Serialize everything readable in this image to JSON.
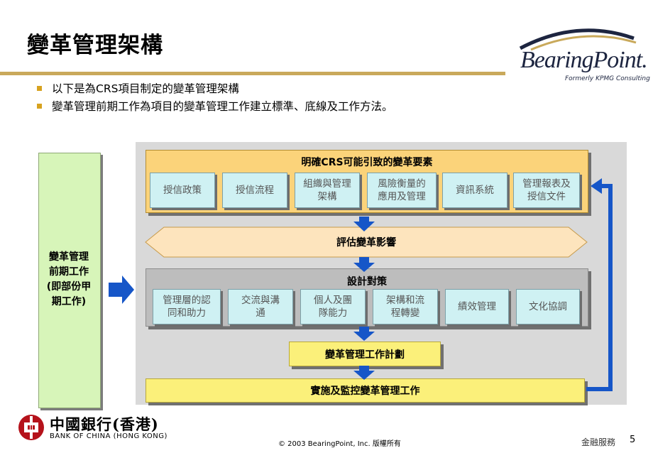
{
  "slide": {
    "title": "變革管理架構",
    "bullets": [
      "以下是為CRS項目制定的變革管理架構",
      "變革管理前期工作為項目的變革管理工作建立標準、底線及工作方法。"
    ]
  },
  "brand": {
    "logo_name": "BearingPoint.",
    "logo_tagline": "Formerly KPMG Consulting"
  },
  "diagram": {
    "left_box": [
      "變革管理",
      "前期工作",
      "(即部份甲",
      "期工作)"
    ],
    "top_header": "明確CRS可能引致的變革要素",
    "top_items": [
      "授信政策",
      "授信流程",
      "組織與管理\n架構",
      "風險衡量的\n應用及管理",
      "資訊系統",
      "管理報表及\n授信文件"
    ],
    "assess_label": "評估變革影響",
    "mid_header": "設計對策",
    "mid_items": [
      "管理層的認\n同和助力",
      "交流與溝\n通",
      "個人及團\n隊能力",
      "架構和流\n程轉變",
      "績效管理",
      "文化協調"
    ],
    "plan_label": "變革管理工作計劃",
    "impl_label": "實施及監控變革管理工作"
  },
  "footer": {
    "bank_name_zh": "中國銀行(香港)",
    "bank_name_en": "BANK OF CHINA (HONG KONG)",
    "copyright": "© 2003 BearingPoint, Inc. 版權所有",
    "section": "金融服務",
    "page_number": "5"
  },
  "colors": {
    "title_rule": "#c9a95b",
    "bullet": "#d7a21f",
    "panel": "#d9d9d9",
    "top_frame": "#fbd37a",
    "subbox": "#cff1f3",
    "mid_frame": "#bdbdbd",
    "yellow_box": "#fbf07a",
    "left_box": "#d7f5b9",
    "arrow_blue": "#1656c8",
    "assess_band": "#fde4bd"
  }
}
